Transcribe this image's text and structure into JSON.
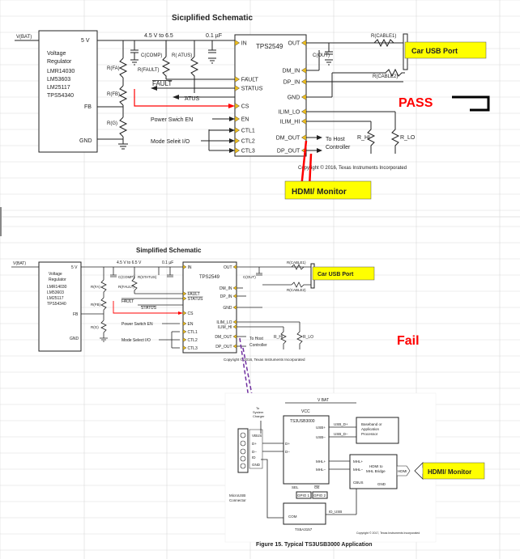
{
  "colors": {
    "callout": "#ffff00",
    "pass_fail": "#ff0000",
    "red_wire": "#ff0000",
    "purple_wire": "#7030a0",
    "pin": "#f0c020",
    "grid": "#d9d9d9"
  },
  "top": {
    "title": "Sicıplified Schematic",
    "vbat": "V(BAT)",
    "reg": {
      "five_v": "5 V",
      "lines": [
        "Voltage",
        "Regulator",
        "LMR14030",
        "LM53603",
        "LM25117",
        "TPS54340"
      ],
      "fb": "FB",
      "gnd": "GND"
    },
    "vrange": "4.5 V to 6.5",
    "cap_top": "0.1 µF",
    "rfa": "R(FA)",
    "rfb": "R(FB)",
    "rg": "R(G)",
    "ccomp": "C(COMP)",
    "rfault": "R(FAULT)",
    "rstatus": "R(   ATUS)",
    "fault_bar": "FAULT",
    "atus_bar": "ATUS",
    "power_switch": "Power Swɨch EN",
    "mode_select": "Mode Seleɨt I/O",
    "chip": "TPS2549",
    "pins_left": [
      "IN",
      "FAULT",
      "STATUS",
      "CS",
      "EN",
      "CTL1",
      "CTL2",
      "CTL3"
    ],
    "pins_right": [
      "OUT",
      "DM_IN",
      "DP_IN",
      "GND",
      "ILIM_LO",
      "ILIM_HI",
      "DM_OUT",
      "DP_OUT"
    ],
    "cout": "C(OUT)",
    "rcable1": "R(CABLE1)",
    "rcable2": "R(CABLE2)",
    "car_usb": "Car USB Port",
    "to_host": [
      "To Host",
      "Controller"
    ],
    "rhi": "R_HI",
    "rlo": "R_LO",
    "copyright": "Copyright © 2016, Texas Instruments Incorporated",
    "hdmi": "HDMI/ Monitor",
    "status_word": "PASS"
  },
  "bottom": {
    "title": "Simplified Schematic",
    "vbat": "V(BAT)",
    "reg": {
      "five_v": "5 V",
      "lines": [
        "Voltage",
        "Regulator",
        "LMR14030",
        "LM53603",
        "LM25117",
        "TPS54340"
      ],
      "fb": "FB",
      "gnd": "GND"
    },
    "vrange": "4.5 V to 6.5 V",
    "cap_top": "0.1 µF",
    "rfa": "R(FA)",
    "rfb": "R(FB)",
    "rg": "R(G)",
    "ccomp": "C(COMP)",
    "rfault": "R(FAULT)",
    "rstatus": "R(STATUS)",
    "fault_bar": "FAULT",
    "status_bar": "STATUS",
    "power_switch": "Power Switch EN",
    "mode_select": "Mode Select I/O",
    "chip": "TPS2549",
    "pins_left": [
      "IN",
      "FAULT",
      "STATUS",
      "CS",
      "EN",
      "CTL1",
      "CTL2",
      "CTL3"
    ],
    "pins_right": [
      "OUT",
      "DM_IN",
      "DP_IN",
      "GND",
      "ILIM_LO",
      "ILIM_HI",
      "DM_OUT",
      "DP_OUT"
    ],
    "cout": "C(OUT)",
    "rcable1": "R(CABLE1)",
    "rcable2": "R(CABLE2)",
    "car_usb": "Car USB Port",
    "to_host": [
      "To Host",
      "Controller"
    ],
    "rhi": "R_HI",
    "rlo": "R_LO",
    "copyright": "Copyright © 2016, Texas Instruments Incorporated",
    "status_word": "Fail",
    "usb3000": {
      "vbat": "V BAT",
      "vcc": "VCC",
      "chip": "TS3USB3000",
      "vbus": "VBUS",
      "dplus": "D+",
      "dminus": "D–",
      "id": "ID",
      "gnd": "GND",
      "to_system": [
        "To",
        "System",
        "Charger"
      ],
      "usb_d_plus": "USB_D+",
      "usb_d_minus": "USB_D–",
      "usb_dp": "USB+",
      "usb_dm": "USB–",
      "baseband": [
        "Baseband or",
        "Application",
        "Processor"
      ],
      "mhl_p": "MHL+",
      "mhl_m": "MHL–",
      "hdmi_bridge": [
        "HDMI to",
        "MHL Bridge"
      ],
      "cbus": "CBUS",
      "bridge_gnd": "GND",
      "hdmi_tag": "HDMI",
      "sel": "SEL",
      "oe": "OE",
      "gpio1": "GPIO 1",
      "gpio2": "GPIO 2",
      "microusb": [
        "MicroUSB",
        "Connector"
      ],
      "com": "COM",
      "ts5a": "TS5A3157",
      "id_usb": "ID_USB",
      "copyright": "Copyright © 2017, Texas Instruments Incorporated"
    },
    "hdmi": "HDMI/ Monitor",
    "figure_caption": "Figure 15.  Typical TS3USB3000 Application"
  }
}
